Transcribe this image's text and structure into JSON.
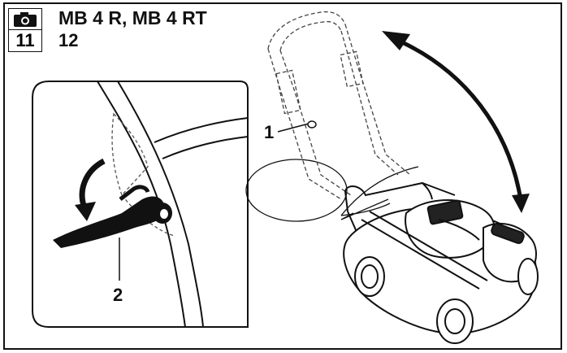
{
  "header": {
    "figure_number": "11",
    "title": "MB 4 R, MB 4 RT",
    "subtitle": "12",
    "camera_icon": "camera-icon"
  },
  "callouts": {
    "one": "1",
    "two": "2"
  },
  "colors": {
    "ink": "#111111",
    "background": "#ffffff",
    "panel_bg": "#ffffff"
  }
}
